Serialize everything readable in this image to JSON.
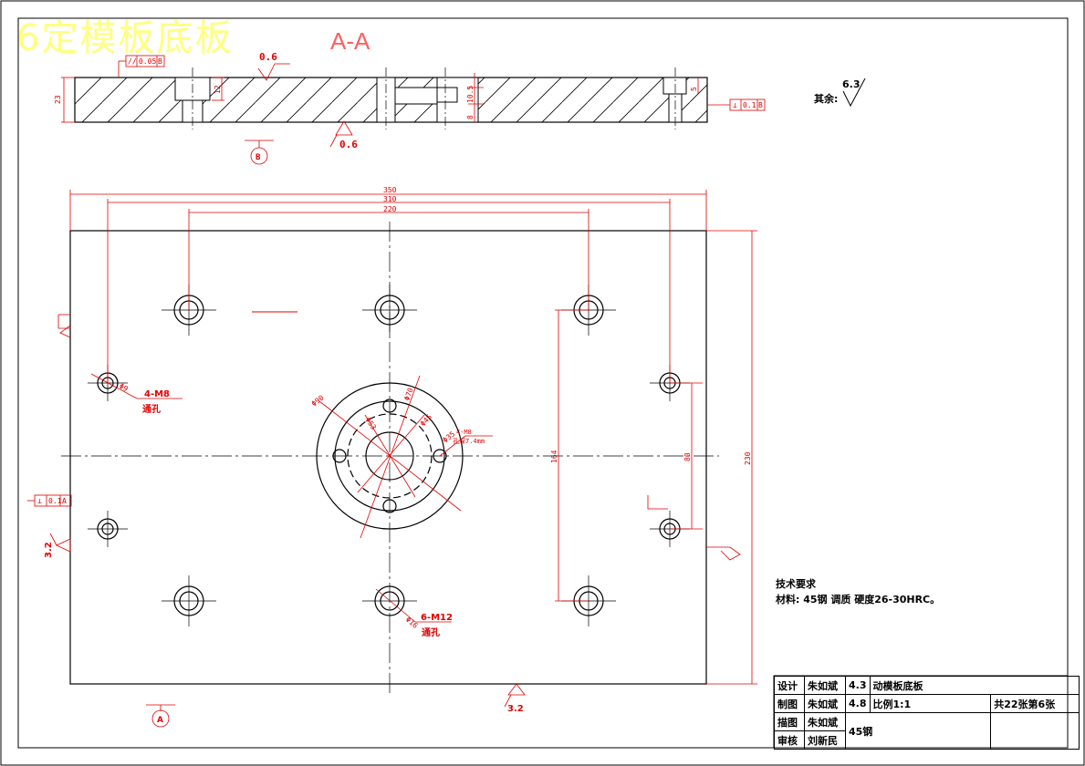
{
  "title": "6定模板底板",
  "section_label": "A-A",
  "top_view": {
    "thickness": "23",
    "parallel_tol": "0.05",
    "parallel_datum": "B",
    "perp_tol": "0.1",
    "perp_datum": "B",
    "counterbore_depth": "12",
    "depth_a": "10.5",
    "depth_b": "8",
    "depth_c": "5",
    "rough_top": "0.6",
    "rough_bottom": "0.6",
    "datum_b": "B"
  },
  "roughness_other": {
    "label": "其余:",
    "value": "6.3"
  },
  "dims": {
    "w350": "350",
    "w310": "310",
    "w220": "220",
    "h230": "230",
    "h164": "164",
    "h80": "80",
    "rough_left": "3.2",
    "rough_bottom": "3.2",
    "perp_tol": "0.1",
    "perp_datum": "A",
    "datum_a": "A"
  },
  "callouts": {
    "m8": "4-M8",
    "m8_through": "通孔",
    "m8_dia": "Φ9",
    "m12": "6-M12",
    "m12_through": "通孔",
    "m12_dia": "Φ16",
    "d90": "Φ90",
    "d70": "Φ70",
    "d53": "Φ53",
    "d45": "Φ45",
    "d35": "Φ35",
    "m8_hole": "4-M8",
    "deep": "孔深7.4mm"
  },
  "tech_requirements": {
    "heading": "技术要求",
    "line1": "材料: 45钢 调质 硬度26-30HRC。"
  },
  "title_block": {
    "r1": [
      "设计",
      "朱如斌",
      "4.3"
    ],
    "r2": [
      "制图",
      "朱如斌",
      "4.8"
    ],
    "r3": [
      "描图",
      "朱如斌"
    ],
    "r4": [
      "审核",
      "刘新民"
    ],
    "part_name": "动模板底板",
    "scale": "比例1:1",
    "sheet": "共22张第6张",
    "material": "45钢"
  }
}
